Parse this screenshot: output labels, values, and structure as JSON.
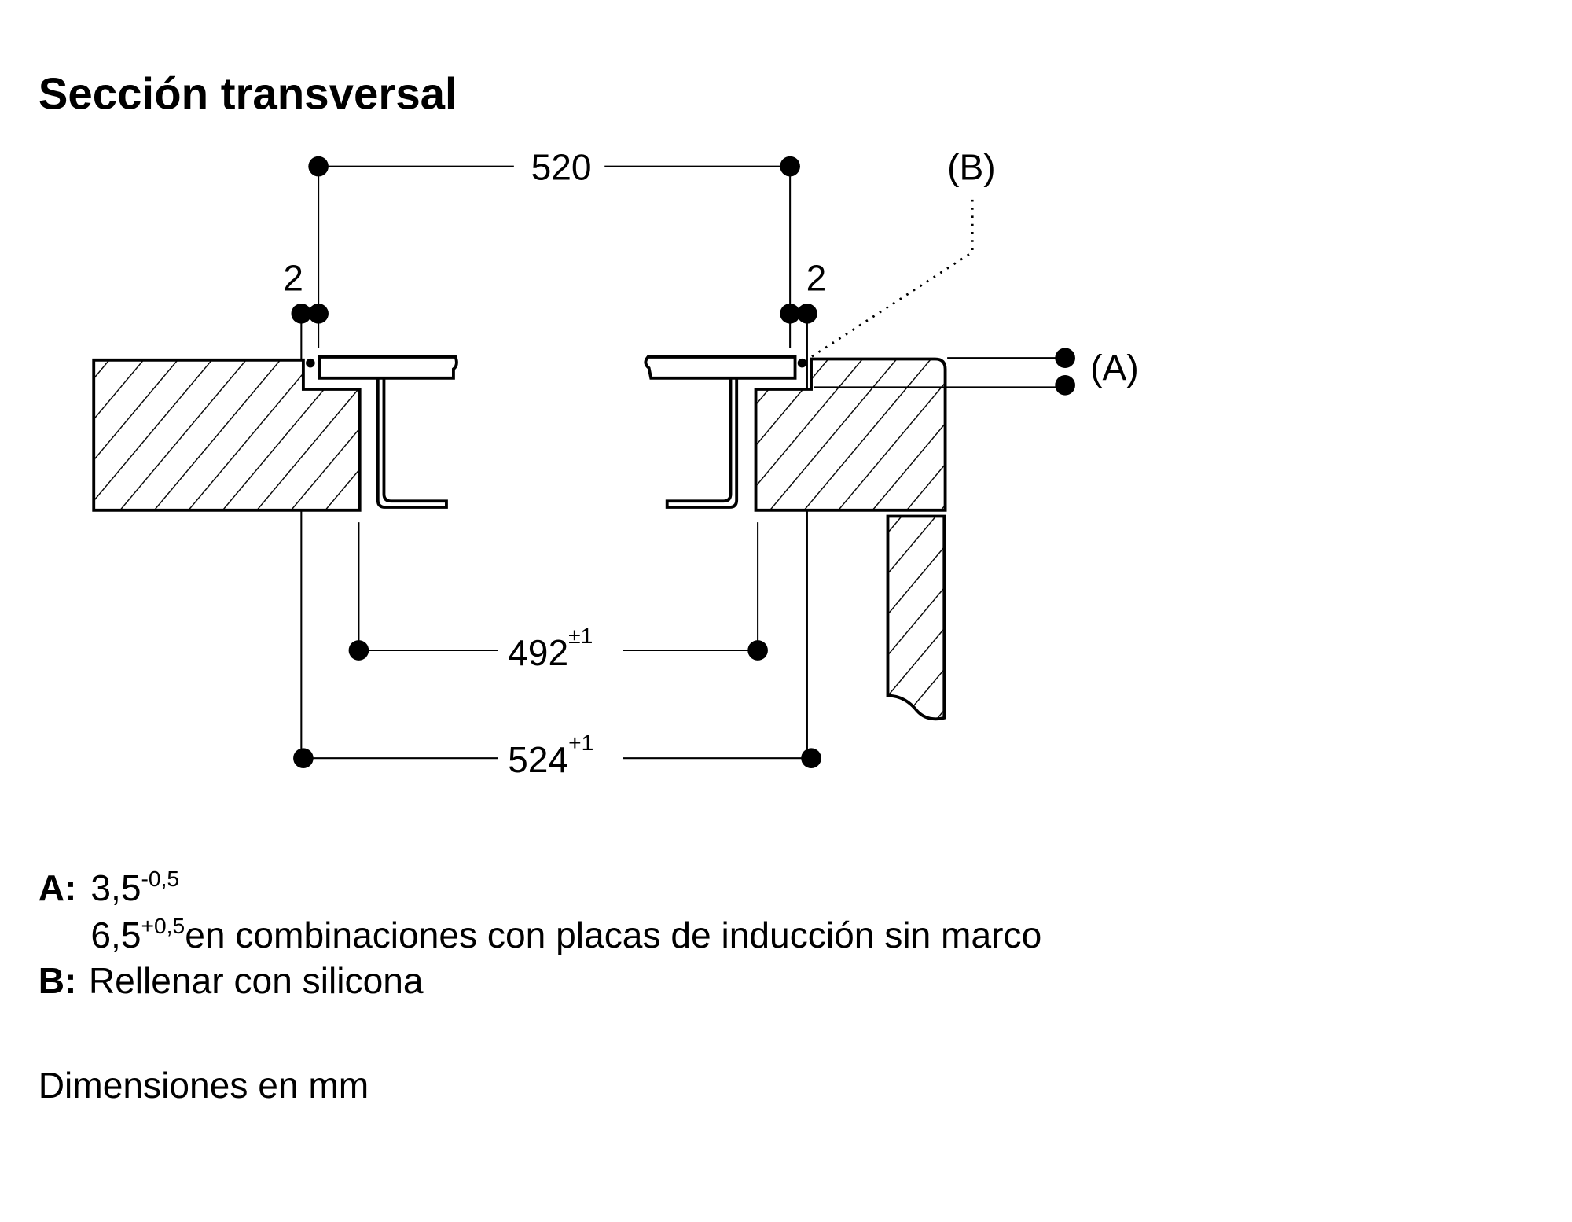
{
  "title": "Sección transversal",
  "dimensions": {
    "top_width": "520",
    "gap_left": "2",
    "gap_right": "2",
    "inner_width": "492",
    "inner_tolerance": "±1",
    "cutout_width": "524",
    "cutout_tolerance": "+1",
    "label_a": "(A)",
    "label_b": "(B)"
  },
  "legend": {
    "a_key": "A:",
    "a_value": "3,5",
    "a_tolerance": "-0,5",
    "a_alt_value": "6,5",
    "a_alt_tolerance": "+0,5",
    "a_alt_text": "en combinaciones con placas de inducción sin marco",
    "b_key": "B:",
    "b_text": "Rellenar con silicona"
  },
  "units_note": "Dimensiones en mm"
}
